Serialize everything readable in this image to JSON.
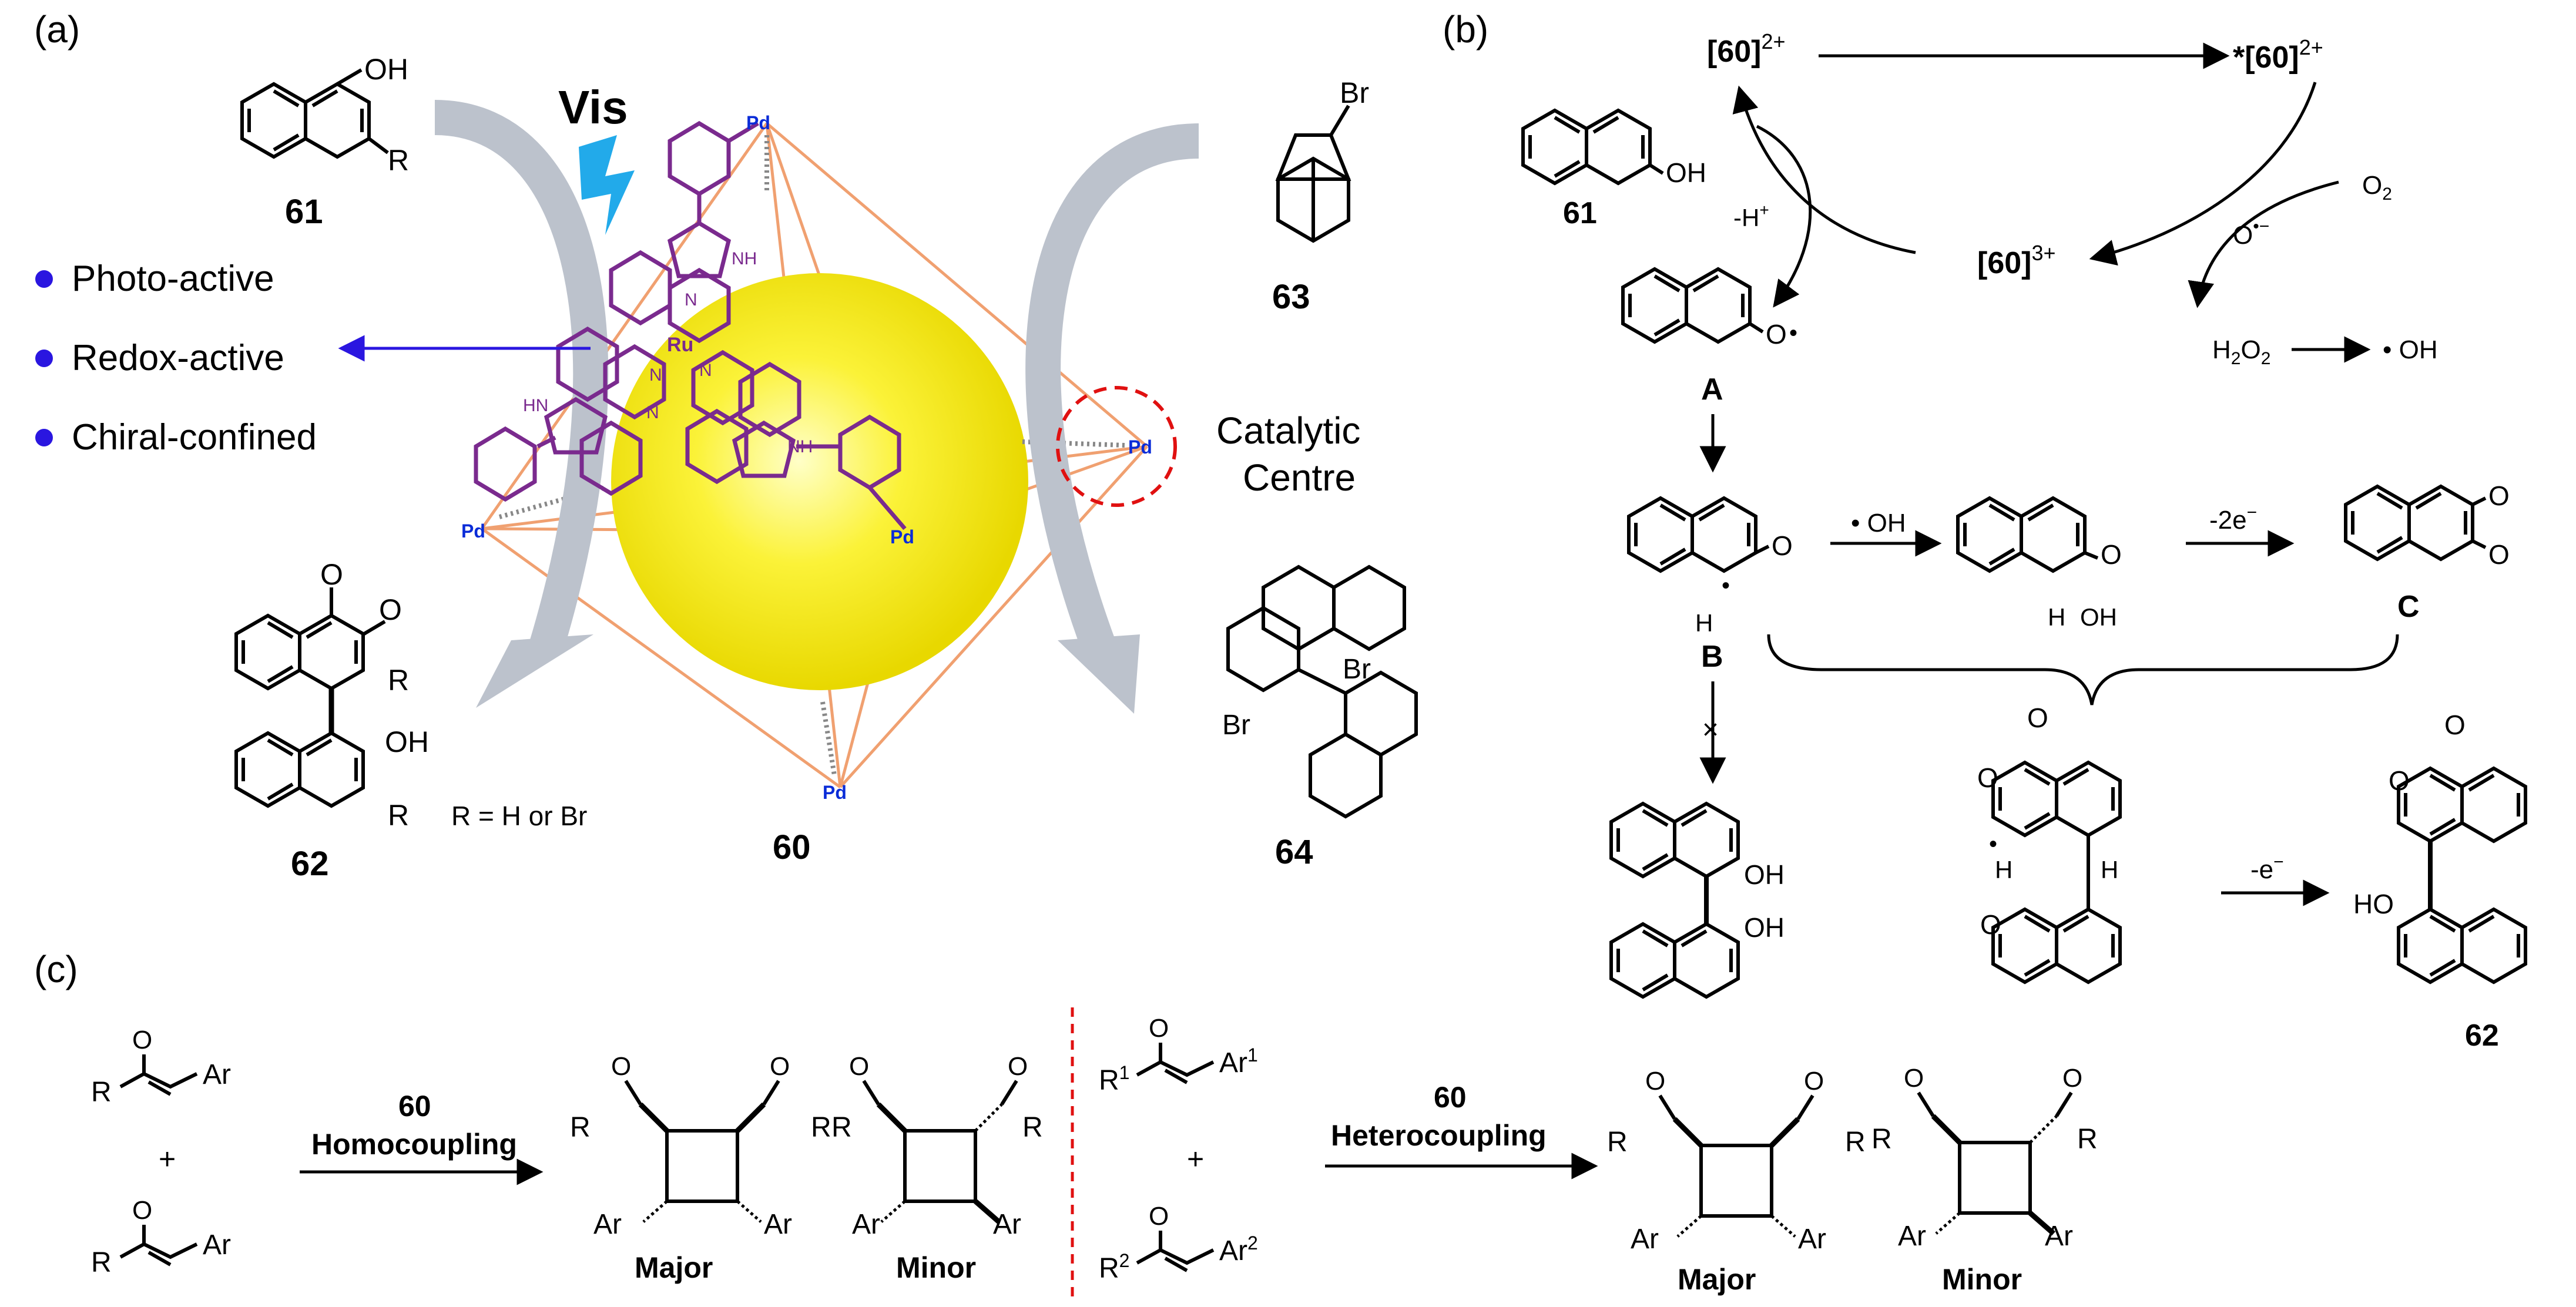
{
  "panels": {
    "a": "(a)",
    "b": "(b)",
    "c": "(c)"
  },
  "panel_a": {
    "vis": "Vis",
    "features": [
      "Photo-active",
      "Redox-active",
      "Chiral-confined"
    ],
    "catalytic": [
      "Catalytic",
      "Centre"
    ],
    "cmpd_61": "61",
    "cmpd_62": "62",
    "cmpd_63": "63",
    "cmpd_64": "64",
    "cage": "60",
    "r_note": "R = H or Br",
    "atoms": {
      "oh": "OH",
      "r": "R",
      "br": "Br",
      "o": "O",
      "pd": "Pd",
      "ru": "Ru",
      "n": "N",
      "nh": "NH",
      "hn": "HN"
    }
  },
  "panel_b": {
    "cat": "[60]",
    "cat_charge2": "2+",
    "cat_excited": "*[60]",
    "cat_ox": "[60]",
    "cat_charge3": "3+",
    "o2": "O",
    "o2_sub": "2",
    "superoxide": "O",
    "superoxide_sup": "•−",
    "h2o2": "H",
    "h2o2_a": "2",
    "h2o2_b": "O",
    "h2o2_c": "2",
    "oh_rad": "• OH",
    "minus_h": "-H",
    "minus_h_sup": "+",
    "cmpd_61": "61",
    "label_a": "A",
    "label_b": "B",
    "label_c": "C",
    "cmpd_62": "62",
    "oh_reagent": "• OH",
    "minus_2e": "-2e",
    "minus_e": "-e",
    "e_sup": "−",
    "cross": "×",
    "atoms": {
      "o": "O",
      "oh": "OH",
      "h": "H",
      "ho": "HO",
      "dot": "•"
    }
  },
  "panel_c": {
    "left": {
      "catalyst": "60",
      "mode": "Homocoupling",
      "plus": "+",
      "major": "Major",
      "minor": "Minor"
    },
    "right": {
      "catalyst": "60",
      "mode": "Heterocoupling",
      "plus": "+",
      "major": "Major",
      "minor": "Minor"
    },
    "atoms": {
      "r": "R",
      "ar": "Ar",
      "o": "O",
      "r1": "R",
      "sup1": "1",
      "ar1": "Ar",
      "r2": "R",
      "sup2": "2",
      "ar2": "Ar"
    }
  },
  "colors": {
    "blue_feature": "#2a16e0",
    "vis": "#22aaea",
    "red": "#e01010",
    "purple": "#7a2a8e",
    "orange_edge": "#f0a070",
    "sphere": "#f5e80a",
    "arrow_grey": "#b8c0cc",
    "label_blue": "#1530e8"
  }
}
